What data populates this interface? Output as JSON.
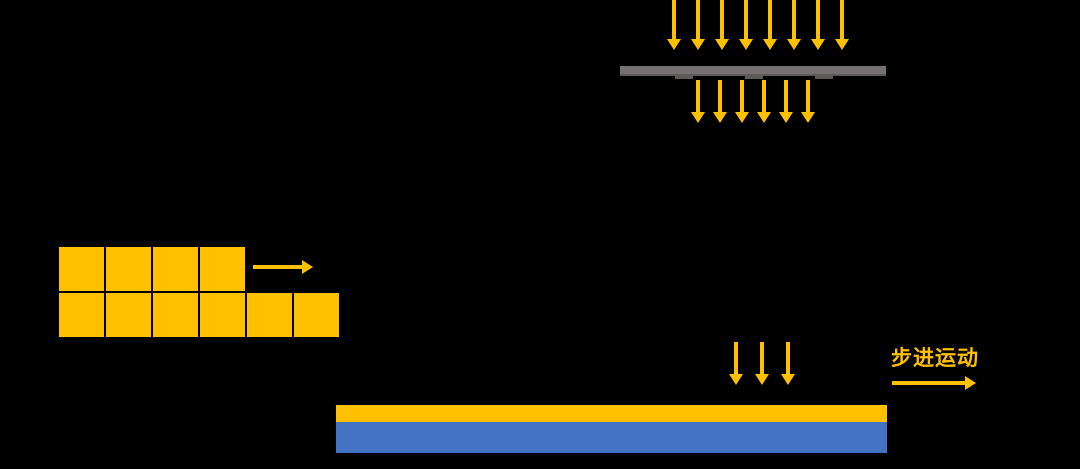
{
  "labels": {
    "step_motion": "步进运动"
  },
  "colors": {
    "background": "#000000",
    "accent": "#FFC000",
    "substrate_blue": "#4472C4",
    "mask_gray": "#767171",
    "mask_gray_dark": "#5E5A5A",
    "die_border": "#000000"
  },
  "light": {
    "incident_arrow_count": 8,
    "transmitted_arrow_count": 6,
    "exposure_arrow_count": 3
  },
  "mask": {
    "pattern_tab_count": 3
  },
  "wafer_map": {
    "exposed_row_dies": 4,
    "current_row_dies": 6
  }
}
